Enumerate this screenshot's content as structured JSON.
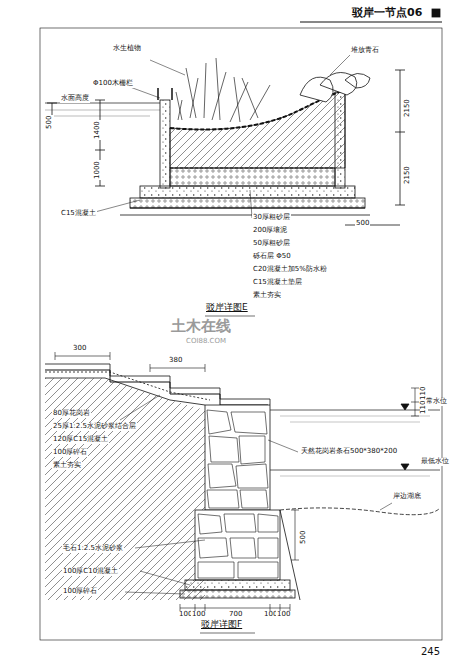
{
  "diagram": {
    "title": "驳岸一节点06",
    "labels": [
      "水生植物",
      "堆放青石",
      "Φ100木栅栏",
      "水面高度",
      "500",
      "1400",
      "1000",
      "2150",
      "2150",
      "C15混凝土",
      "500",
      "30厚粗砂层",
      "200厚壤泥",
      "50厚粗砂层",
      "砾石层 Φ50",
      "C20混凝土加5%防水粉",
      "C15混凝土垫层",
      "素土夯实",
      "驳岸详图E",
      "土木在线",
      "COI88.COM",
      "300",
      "380",
      "110",
      "110",
      "常水位",
      "80厚花岗岩",
      "25厚1:2.5水泥砂浆结合层",
      "120厚C15混凝土",
      "100厚碎石",
      "素土夯实",
      "天然花岗岩条石500*380*200",
      "最低水位",
      "岸边湖底",
      "毛石1:2.5水泥砂浆",
      "100厚C10混凝土",
      "100厚碎石",
      "500",
      "100",
      "100",
      "700",
      "100",
      "100",
      "驳岸详图F",
      "245"
    ]
  }
}
